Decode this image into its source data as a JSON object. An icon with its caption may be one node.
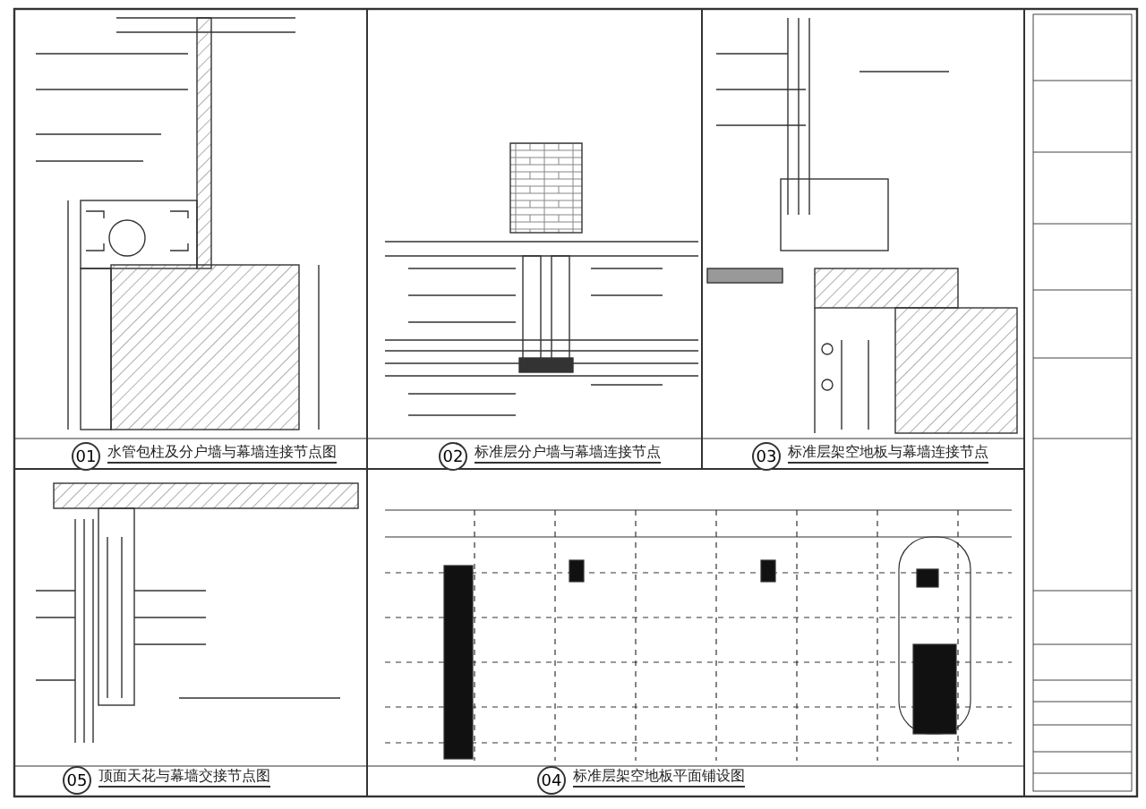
{
  "diagram": {
    "labels": [
      "01",
      "水管包柱及分户墙与幕墙连接节点图",
      "02",
      "标准层分户墙与幕墙连接节点",
      "03",
      "标准层架空地板与幕墙连接节点",
      "05",
      "顶面天花与幕墙交接节点图",
      "04",
      "标准层架空地板平面铺设图"
    ]
  }
}
